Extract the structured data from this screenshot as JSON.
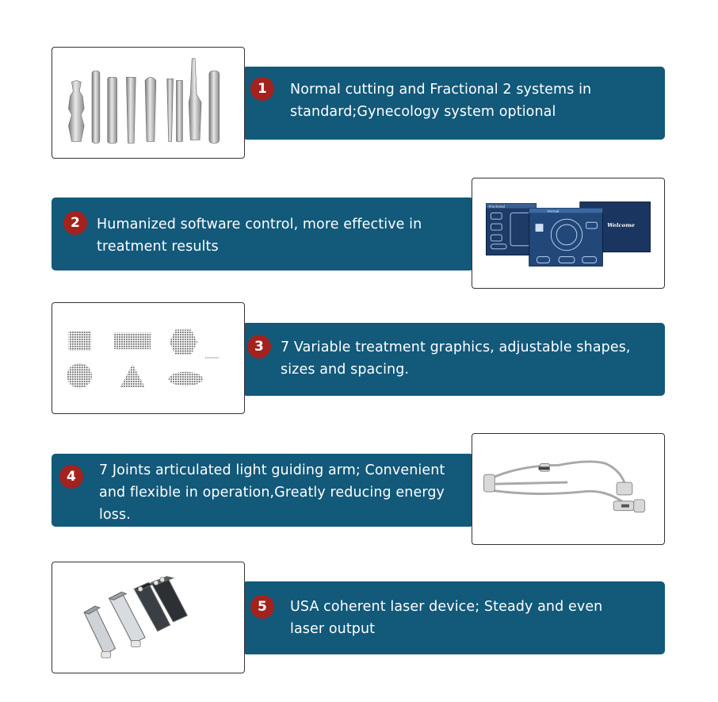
{
  "colors": {
    "band": "#12597a",
    "badge": "#a3221e",
    "frame": "#333333"
  },
  "features": [
    {
      "number": "1",
      "text": "Normal cutting and Fractional 2 systems in\nstandard;Gynecology system optional",
      "image_icon": "handpieces-icon"
    },
    {
      "number": "2",
      "text": "Humanized software control, more effective in\ntreatment results",
      "image_icon": "software-screens-icon",
      "screen_texts": [
        "Fractional",
        "Normal",
        "Welcome"
      ]
    },
    {
      "number": "3",
      "text": "7 Variable treatment graphics, adjustable shapes,\nsizes  and spacing.",
      "image_icon": "scan-shapes-icon"
    },
    {
      "number": "4",
      "text": "7 Joints articulated light guiding arm; Convenient\nand flexible in operation,Greatly reducing energy\nloss.",
      "image_icon": "articulated-arm-icon"
    },
    {
      "number": "5",
      "text": "USA coherent laser device; Steady and even\nlaser output",
      "image_icon": "laser-tubes-icon"
    }
  ]
}
